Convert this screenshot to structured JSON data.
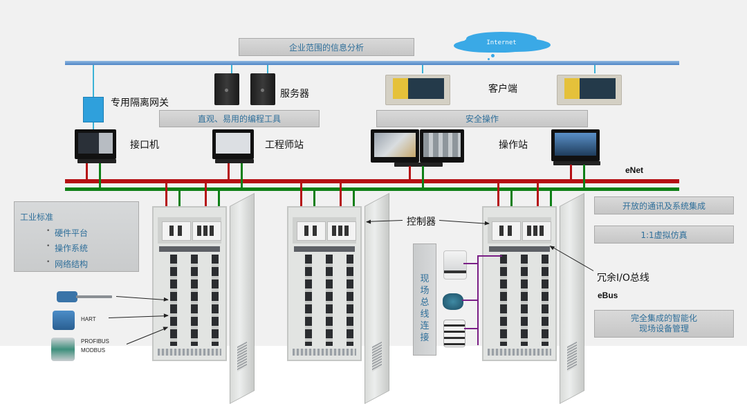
{
  "title_banner": "企业范围的信息分析",
  "internet_cloud": "Internet",
  "networks": {
    "top_bus": "enterprise-network",
    "control_bus": "eNet",
    "io_bus": "eBus"
  },
  "nodes": {
    "gateway": "专用隔离网关",
    "servers": "服务器",
    "clients": "客户端",
    "interface_machine": "接口机",
    "engineer_station": "工程师站",
    "operator_station": "操作站",
    "controller": "控制器",
    "redundant_io_bus": "冗余I/O总线"
  },
  "banners": {
    "programming_tools": "直观、易用的编程工具",
    "safe_operation": "安全操作",
    "open_comms": "开放的通讯及系统集成",
    "virtual_sim": "1:1虚拟仿真",
    "smart_device_mgmt_line1": "完全集成的智能化",
    "smart_device_mgmt_line2": "现场设备管理"
  },
  "industry_standards": {
    "title": "工业标准",
    "items": [
      "硬件平台",
      "操作系统",
      "网络结构"
    ]
  },
  "fieldbus_box": [
    "现",
    "场",
    "总",
    "线",
    "连",
    "接"
  ],
  "protocols": {
    "hart": "HART",
    "profibus": "PROFIBUS",
    "modbus": "MODBUS"
  },
  "colors": {
    "enterprise_bus": "#4f86c6",
    "enet_red": "#b50f13",
    "enet_green": "#0e7f16",
    "fieldbus_purple": "#7a1f86",
    "banner_text": "#2f6f9a",
    "cloud": "#3aa9e6"
  }
}
